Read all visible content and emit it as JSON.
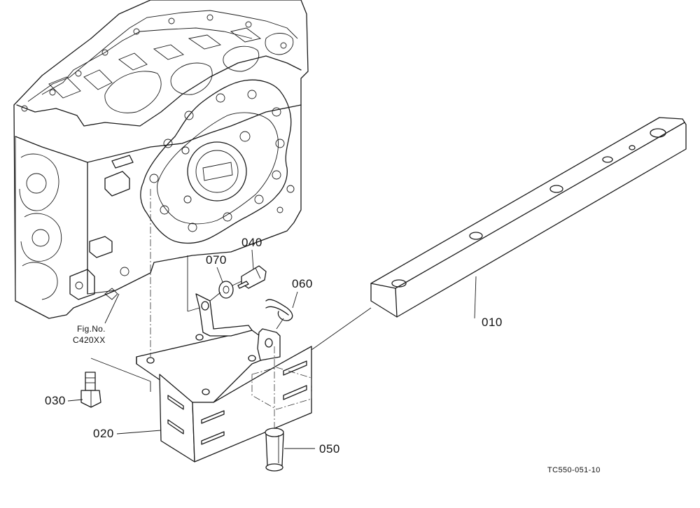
{
  "callouts": [
    {
      "id": "p010",
      "text": "010"
    },
    {
      "id": "p020",
      "text": "020"
    },
    {
      "id": "p030",
      "text": "030"
    },
    {
      "id": "p040",
      "text": "040"
    },
    {
      "id": "p050",
      "text": "050"
    },
    {
      "id": "p060",
      "text": "060"
    },
    {
      "id": "p070",
      "text": "070"
    }
  ],
  "reference": {
    "line1": "Fig.No.",
    "line2": "C420XX"
  },
  "drawing_code": "TC550-051-10",
  "colors": {
    "line": "#1a1a1a",
    "background": "#ffffff"
  }
}
